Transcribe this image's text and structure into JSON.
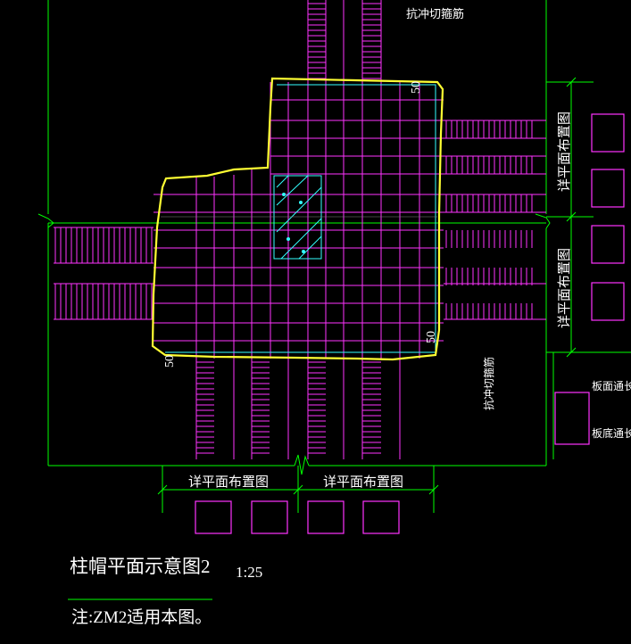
{
  "colors": {
    "background": "#000000",
    "outline": "#00ff00",
    "rebar": "#ff33ff",
    "cap_edge": "#ffff33",
    "column": "#33ffff",
    "text": "#ffffff"
  },
  "labels": {
    "top_rebar_note": "抗冲切箍筋",
    "side_rebar_note": "抗冲切箍筋",
    "dim_50_top": "50",
    "dim_50_right": "50",
    "dim_50_left": "50",
    "detail_right_top": "详平面布置图",
    "detail_right_bottom": "详平面布置图",
    "detail_bottom_left": "详平面布置图",
    "detail_bottom_right": "详平面布置图",
    "legend_top_bar": "板面通长筋",
    "legend_bottom_bar": "板底通长筋"
  },
  "title": {
    "main": "柱帽平面示意图2",
    "scale": "1:25",
    "note": "注:ZM2适用本图。"
  }
}
